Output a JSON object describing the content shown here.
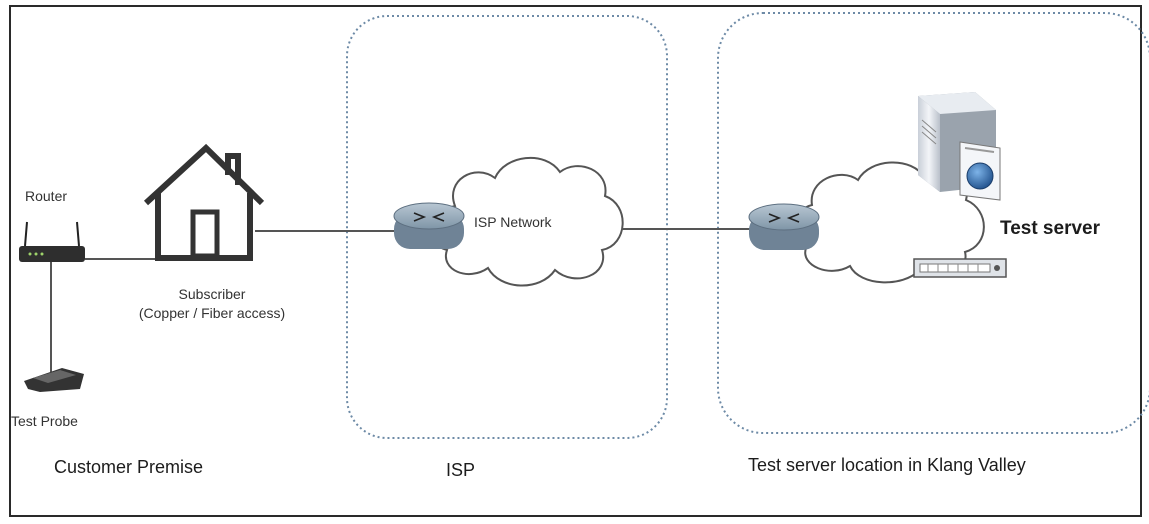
{
  "labels": {
    "router": "Router",
    "test_probe": "Test Probe",
    "subscriber_line1": "Subscriber",
    "subscriber_line2": "(Copper / Fiber access)",
    "isp_network": "ISP Network",
    "test_server": "Test server"
  },
  "zones": {
    "customer_premise": "Customer Premise",
    "isp": "ISP",
    "test_server_location": "Test server location in Klang Valley"
  },
  "colors": {
    "line": "#555555",
    "zone_border": "#6d8aa6",
    "router_device": "#8fa6b8",
    "server_body": "#dfe3ea",
    "globe": "#2b6cb0",
    "text": "#333333"
  },
  "icons": [
    "router-icon",
    "test-probe-icon",
    "house-icon",
    "isp-router-icon",
    "isp-cloud-icon",
    "server-router-icon",
    "server-cloud-icon",
    "server-icon",
    "network-switch-icon"
  ]
}
